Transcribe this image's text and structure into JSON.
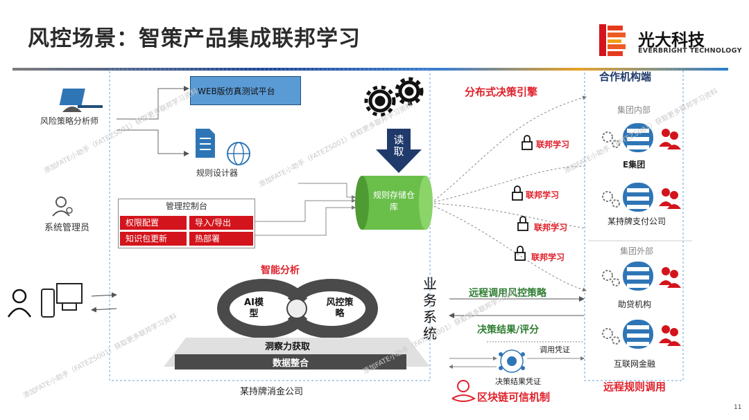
{
  "title": "风控场景：智策产品集成联邦学习",
  "brand": {
    "name": "光大科技",
    "sub": "EVERBRIGHT TECHNOLOGY"
  },
  "left_actors": {
    "analyst": "风险策略分析师",
    "admin": "系统管理员"
  },
  "web_platform": "WEB版仿真测试平台",
  "rule_designer": "规则设计器",
  "mgmt_console": {
    "title": "管理控制台",
    "items": [
      "权限配置",
      "导入/导出",
      "知识包更新",
      "热部署"
    ]
  },
  "read_label": "读取",
  "repo": "规则存储仓库",
  "smart_analysis": {
    "title": "智能分析",
    "ai_model": "AI模型",
    "risk_strategy": "风控策略",
    "insight": "洞察力获取",
    "data_integration": "数据整合"
  },
  "consumer_company": "某持牌消金公司",
  "business_system": [
    "业",
    "务",
    "系",
    "统"
  ],
  "engine_title": "分布式决策引擎",
  "fed_labels": [
    "联邦学习",
    "联邦学习",
    "联邦学习",
    "联邦学习"
  ],
  "remote_call": "远程调用风控策略",
  "decision_result": "决策结果/评分",
  "call_voucher": "调用凭证",
  "result_voucher": "决策结果凭证",
  "blockchain": "区块链可信机制",
  "partner": {
    "title": "合作机构端",
    "internal": "集团内部",
    "external": "集团外部",
    "orgs": [
      "E集团",
      "某持牌支付公司",
      "助贷机构",
      "互联网金融"
    ],
    "footer": "远程规则调用"
  },
  "watermark": "添加FATE小助手（FATEZS001）获取更多联邦学习资料",
  "page_number": "11",
  "colors": {
    "red": "#e0202a",
    "green": "#2e7d32",
    "blue": "#2e75b6",
    "navy": "#1f3a6b"
  }
}
